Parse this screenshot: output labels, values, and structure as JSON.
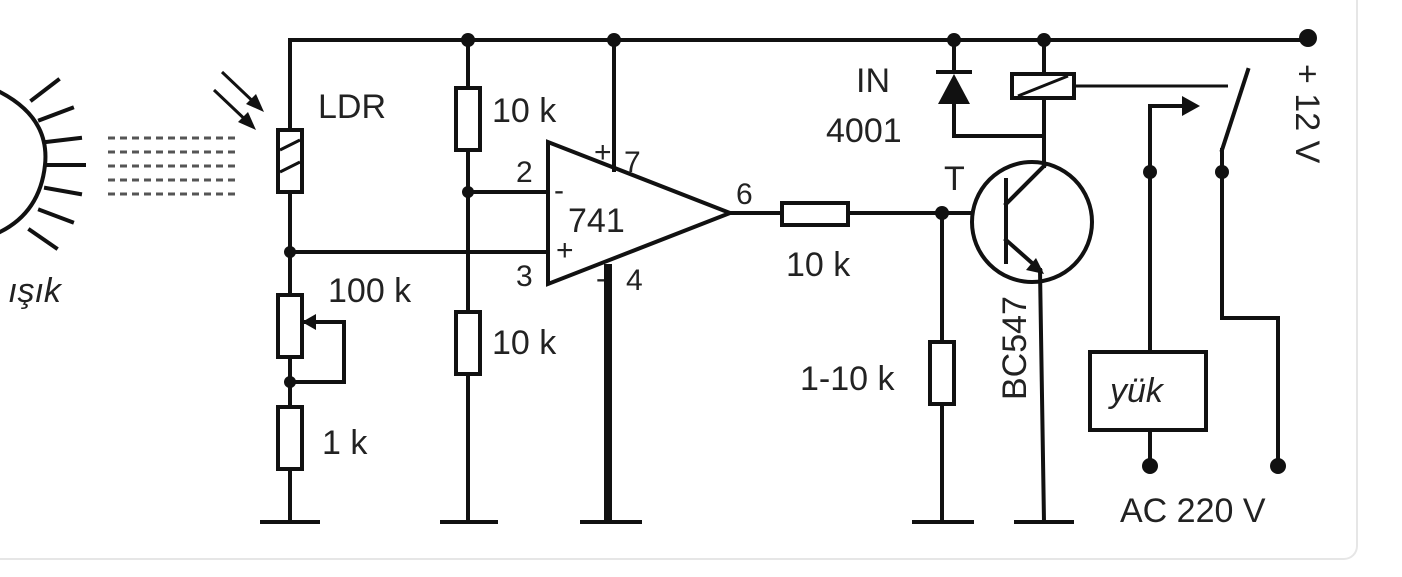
{
  "labels": {
    "light": "ışık",
    "ldr": "LDR",
    "r_top": "10 k",
    "r_pot": "100 k",
    "r_mid": "10 k",
    "r_1k": "1 k",
    "opamp": "741",
    "pin2": "2",
    "pin3": "3",
    "pin4": "4",
    "pin6": "6",
    "pin7": "7",
    "plus_top": "+",
    "minus_in": "-",
    "plus_in": "+",
    "minus_bottom": "-",
    "r_base": "10 k",
    "r_var": "1-10 k",
    "diode_a": "IN",
    "diode_b": "4001",
    "transistor_t": "T",
    "transistor": "BC547",
    "supply": "+ 12 V",
    "load": "yük",
    "ac": "AC 220 V"
  }
}
